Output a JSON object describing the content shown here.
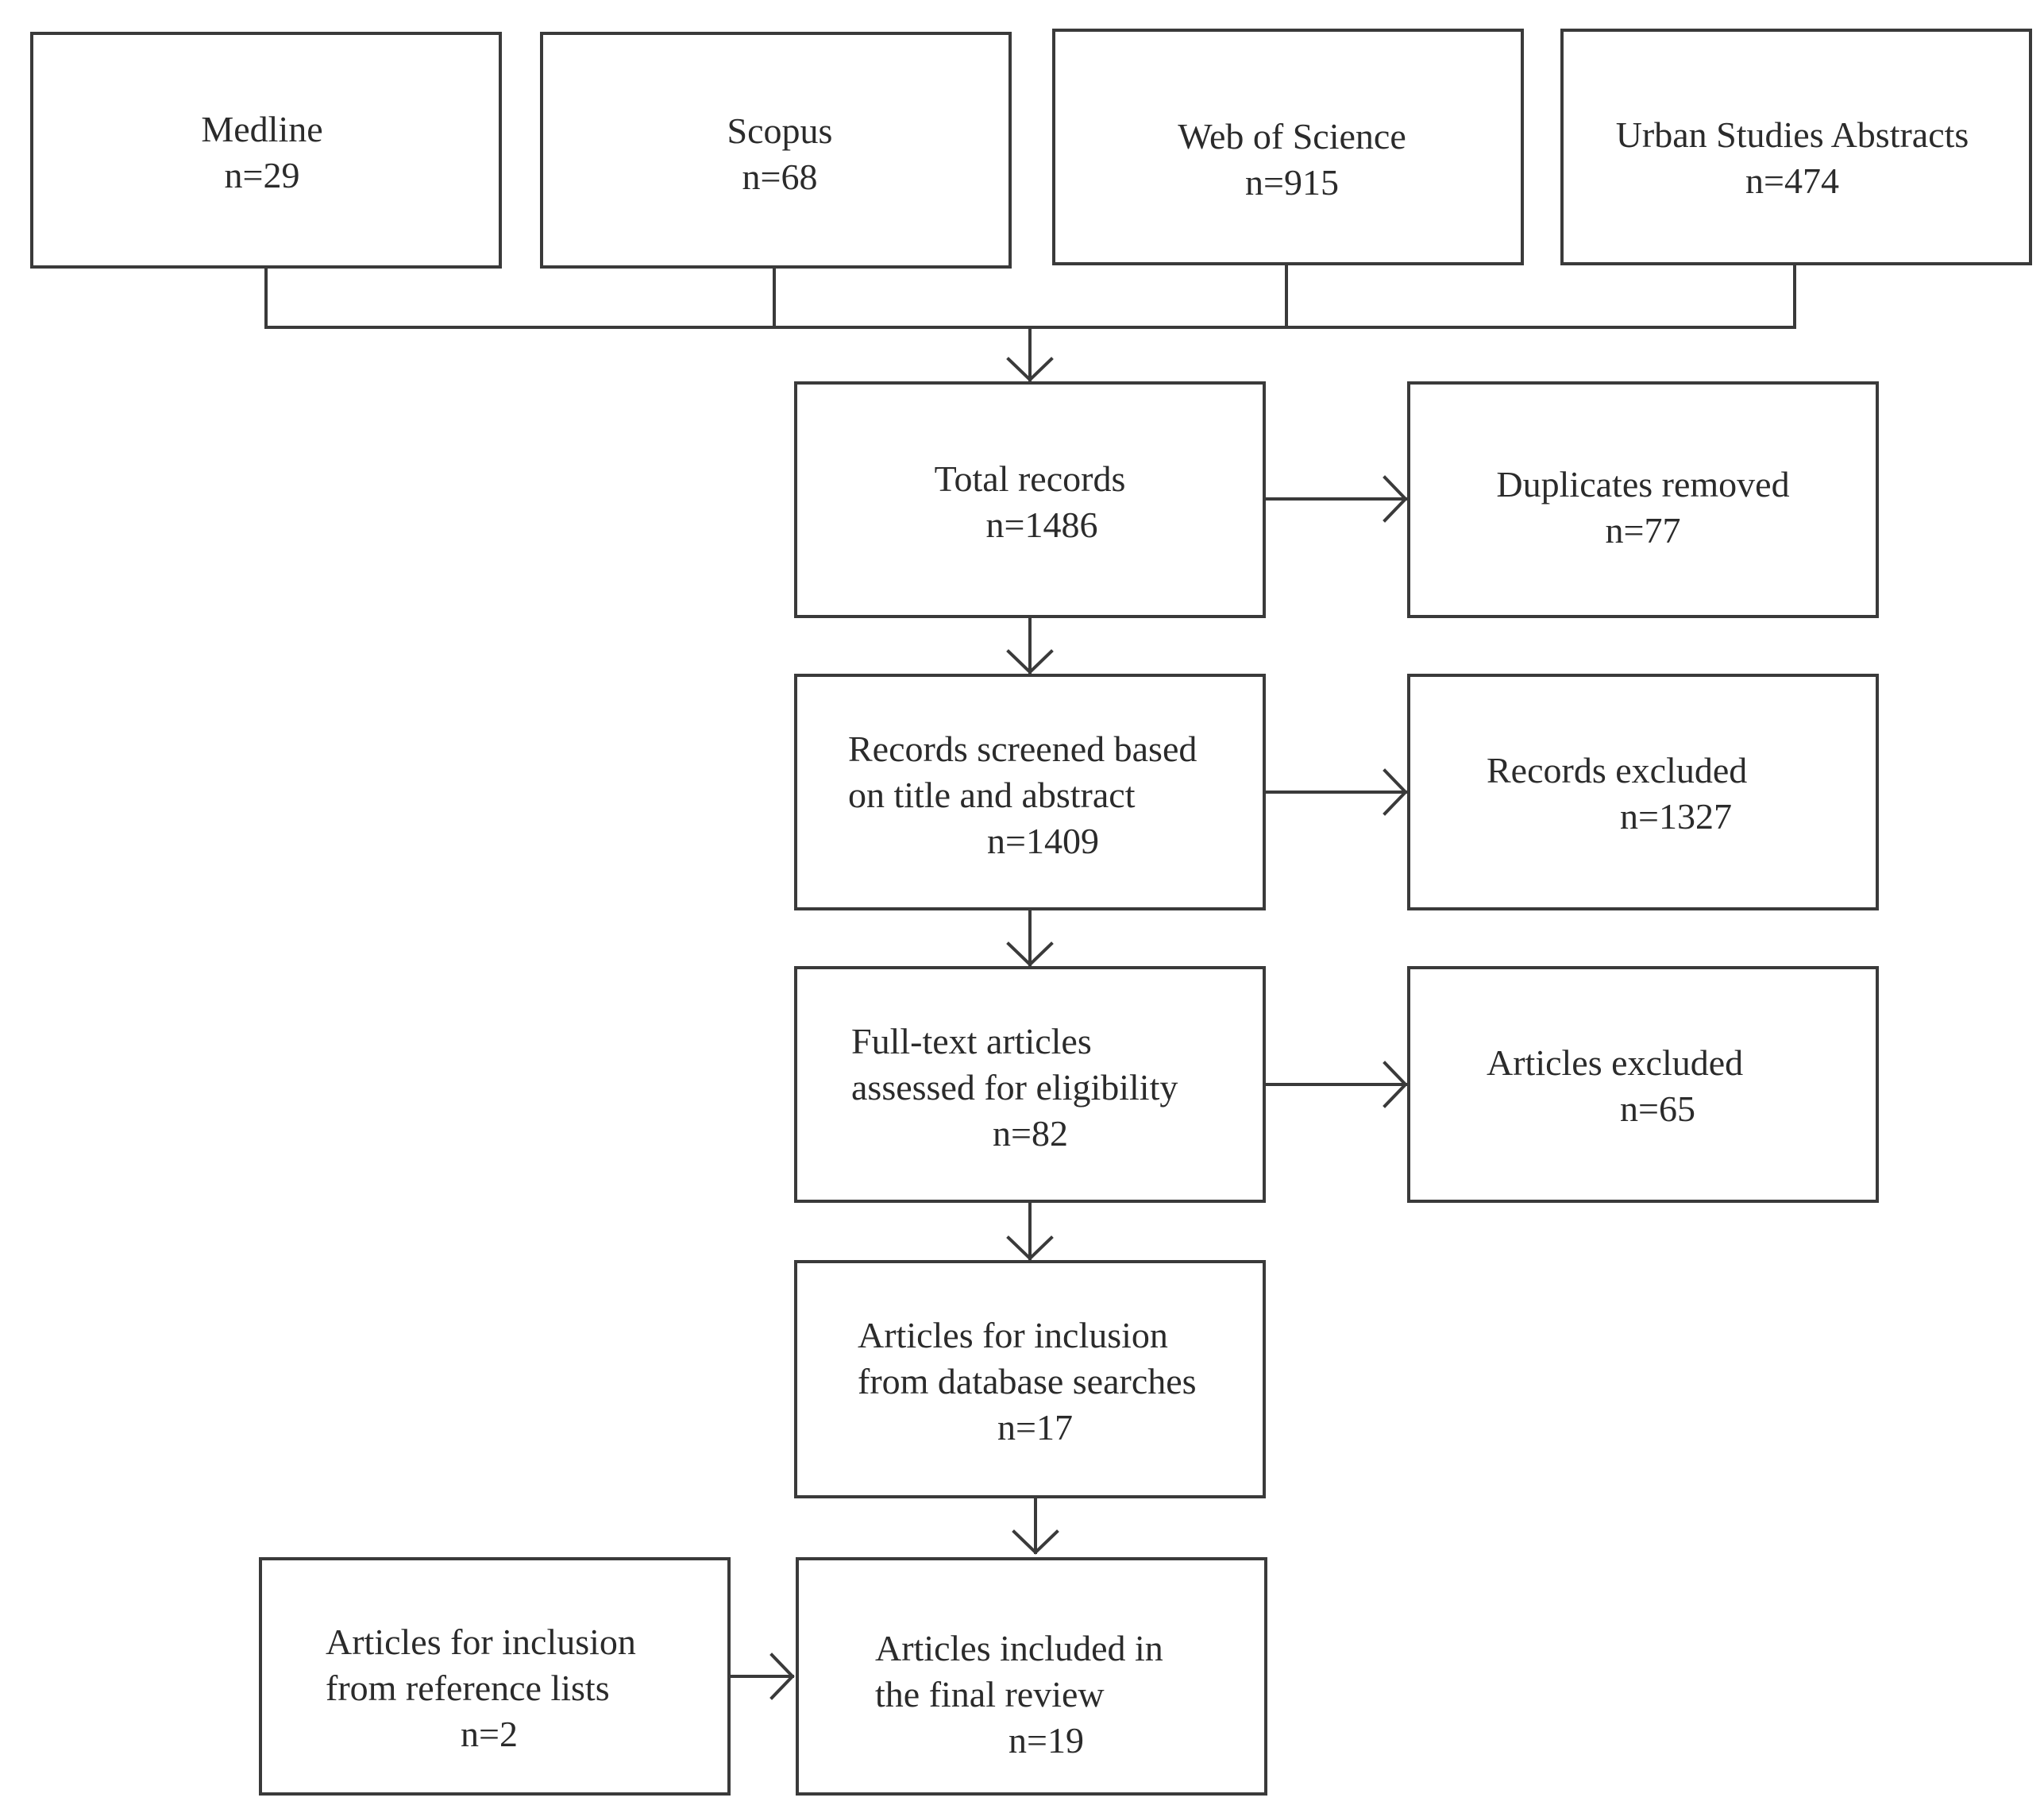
{
  "sources": {
    "medline": {
      "label": "Medline",
      "count": "n=29"
    },
    "scopus": {
      "label": "Scopus",
      "count": "n=68"
    },
    "wos": {
      "label": "Web of Science",
      "count": "n=915"
    },
    "urban": {
      "label": "Urban Studies Abstracts",
      "count": "n=474"
    }
  },
  "total_records": {
    "label": "Total records",
    "count": "n=1486"
  },
  "duplicates_removed": {
    "label": "Duplicates removed",
    "count": "n=77"
  },
  "records_screened": {
    "line1": "Records screened based",
    "line2": "on title and abstract",
    "count": "n=1409"
  },
  "records_excluded": {
    "label": "Records excluded",
    "count": "n=1327"
  },
  "fulltext_assessed": {
    "line1": "Full-text articles",
    "line2": "assessed for eligibility",
    "count": "n=82"
  },
  "articles_excluded": {
    "label": "Articles excluded",
    "count": "n=65"
  },
  "database_inclusion": {
    "line1": "Articles for inclusion",
    "line2": "from database searches",
    "count": "n=17"
  },
  "reference_inclusion": {
    "line1": "Articles for inclusion",
    "line2": "from reference lists",
    "count": "n=2"
  },
  "final_review": {
    "line1": "Articles included in",
    "line2": "the final review",
    "count": "n=19"
  }
}
